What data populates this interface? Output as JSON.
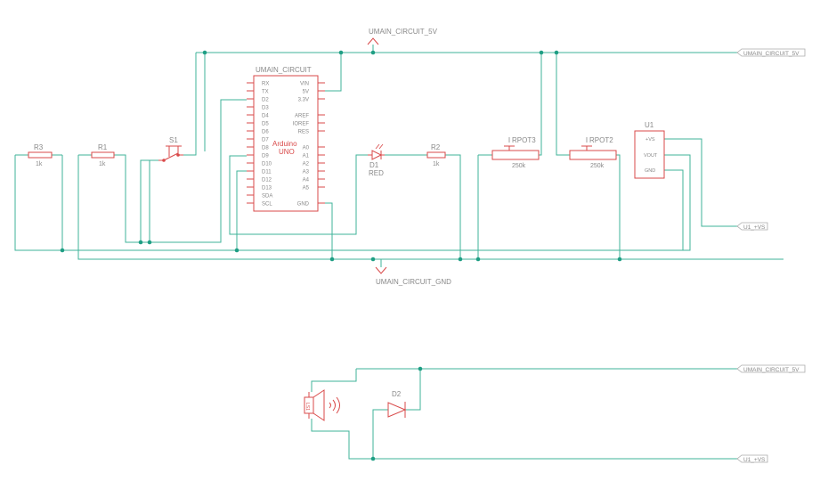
{
  "colors": {
    "wire": "#3fb39a",
    "part": "#d94a4a",
    "label": "#888888",
    "junction": "#1f9e84",
    "flag_border": "#aaaaaa"
  },
  "supply": {
    "top_5v": "UMAIN_CIRCUIT_5V",
    "gnd": "UMAIN_CIRCUIT_GND"
  },
  "net_flags": {
    "five_v_top": "UMAIN_CIRCUIT_5V",
    "u1_vs_top": "U1_+VS",
    "five_v_bottom": "UMAIN_CIRCUIT_5V",
    "u1_vs_bottom": "U1_+VS"
  },
  "arduino": {
    "name": "UMAIN_CIRCUIT",
    "line1": "Arduino",
    "line2": "UNO",
    "left_pins": [
      "RX",
      "TX",
      "D2",
      "D3",
      "D4",
      "D5",
      "D6",
      "D7",
      "D8",
      "D9",
      "D10",
      "D11",
      "D12",
      "D13",
      "SDA",
      "SCL"
    ],
    "right_pins": [
      "VIN",
      "5V",
      "3.3V",
      "AREF",
      "IOREF",
      "RES",
      "A0",
      "A1",
      "A2",
      "A3",
      "A4",
      "A5",
      "GND"
    ]
  },
  "resistors": {
    "r3": {
      "ref": "R3",
      "value": "1k"
    },
    "r1": {
      "ref": "R1",
      "value": "1k"
    },
    "r2": {
      "ref": "R2",
      "value": "1k"
    }
  },
  "switch": {
    "ref": "S1"
  },
  "led": {
    "ref": "D1",
    "value": "RED"
  },
  "pots": {
    "rpot3": {
      "ref": "RPOT3",
      "value": "250k"
    },
    "rpot2": {
      "ref": "RPOT2",
      "value": "250k"
    }
  },
  "sensor": {
    "ref": "U1",
    "pins": [
      "+VS",
      "VOUT",
      "GND"
    ]
  },
  "diode": {
    "ref": "D2"
  },
  "buzzer": {
    "ref": "LS1"
  }
}
